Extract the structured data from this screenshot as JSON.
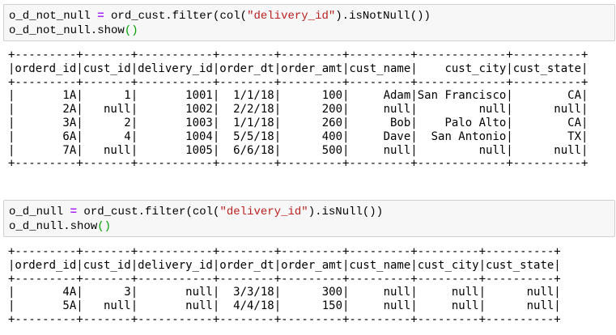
{
  "cells": [
    {
      "code_lines": [
        [
          {
            "t": "o_d_not_null "
          },
          {
            "t": "=",
            "c": "op"
          },
          {
            "t": " ord_cust.filter(col("
          },
          {
            "t": "\"delivery_id\"",
            "c": "str"
          },
          {
            "t": ").isNotNull())"
          }
        ],
        [
          {
            "t": "o_d_not_null.show"
          },
          {
            "t": "()",
            "c": "paren"
          }
        ]
      ],
      "output": {
        "columns": [
          "orderd_id",
          "cust_id",
          "delivery_id",
          "order_dt",
          "order_amt",
          "cust_name",
          "cust_city",
          "cust_state"
        ],
        "rows": [
          [
            "1A",
            "1",
            "1001",
            "1/1/18",
            "100",
            "Adam",
            "San Francisco",
            "CA"
          ],
          [
            "2A",
            "null",
            "1002",
            "2/2/18",
            "200",
            "null",
            "null",
            "null"
          ],
          [
            "3A",
            "2",
            "1003",
            "1/1/18",
            "260",
            "Bob",
            "Palo Alto",
            "CA"
          ],
          [
            "6A",
            "4",
            "1004",
            "5/5/18",
            "400",
            "Dave",
            "San Antonio",
            "TX"
          ],
          [
            "7A",
            "null",
            "1005",
            "6/6/18",
            "500",
            "null",
            "null",
            "null"
          ]
        ]
      }
    },
    {
      "code_lines": [
        [
          {
            "t": "o_d_null "
          },
          {
            "t": "=",
            "c": "op"
          },
          {
            "t": " ord_cust.filter(col("
          },
          {
            "t": "\"delivery_id\"",
            "c": "str"
          },
          {
            "t": ").isNull())"
          }
        ],
        [
          {
            "t": "o_d_null.show"
          },
          {
            "t": "()",
            "c": "paren"
          }
        ]
      ],
      "output": {
        "columns": [
          "orderd_id",
          "cust_id",
          "delivery_id",
          "order_dt",
          "order_amt",
          "cust_name",
          "cust_city",
          "cust_state"
        ],
        "rows": [
          [
            "4A",
            "3",
            "null",
            "3/3/18",
            "300",
            "null",
            "null",
            "null"
          ],
          [
            "5A",
            "null",
            "null",
            "4/4/18",
            "150",
            "null",
            "null",
            "null"
          ]
        ]
      }
    }
  ]
}
